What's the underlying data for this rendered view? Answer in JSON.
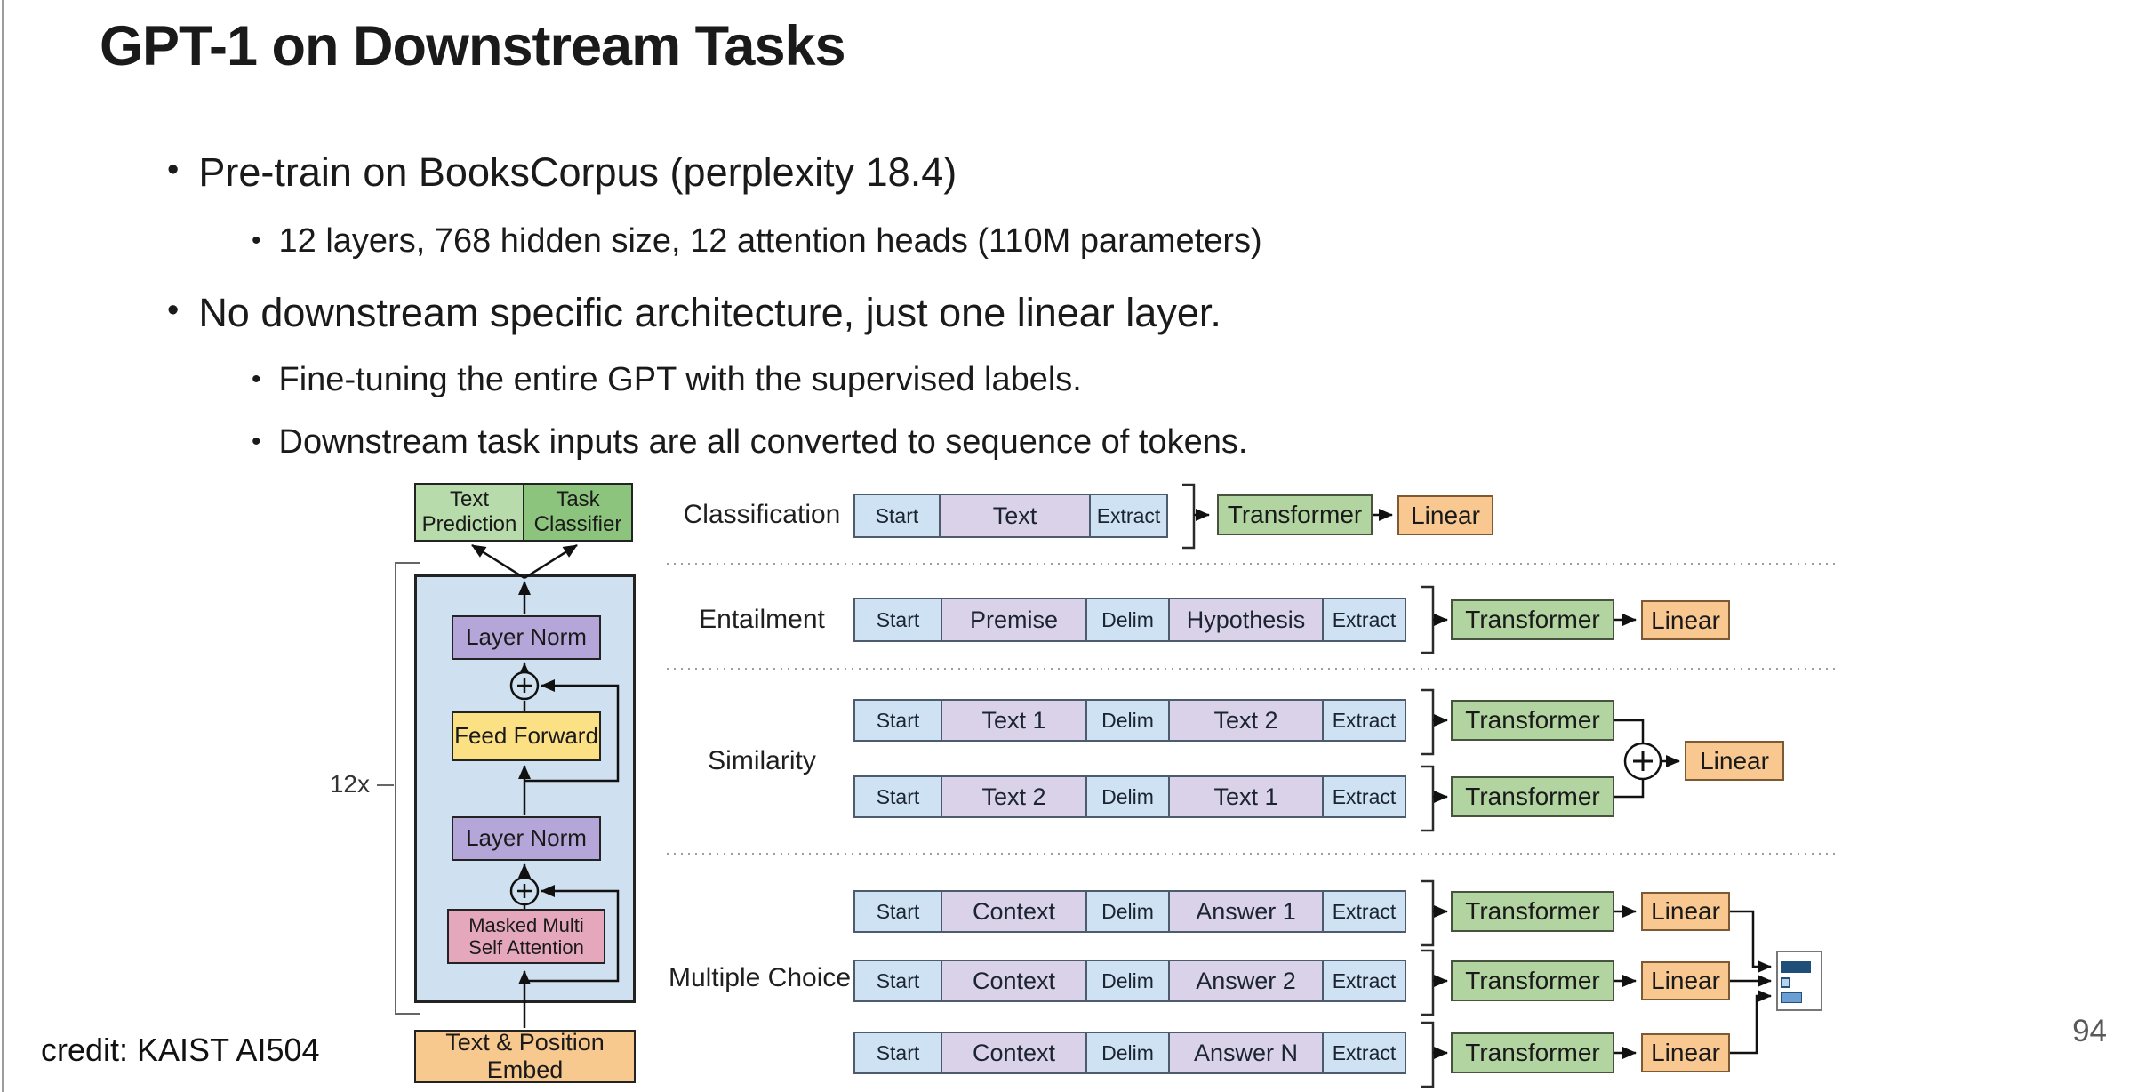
{
  "slide": {
    "title": "GPT-1 on Downstream Tasks",
    "bullets": [
      {
        "level": 1,
        "text": "Pre-train on BooksCorpus (perplexity 18.4)"
      },
      {
        "level": 2,
        "text": "12 layers, 768 hidden size, 12 attention heads (110M parameters)"
      },
      {
        "level": 1,
        "text": "No downstream specific architecture, just one linear layer."
      },
      {
        "level": 2,
        "text": "Fine-tuning the entire GPT with the supervised labels."
      },
      {
        "level": 2,
        "text": "Downstream task inputs are all converted to sequence of tokens."
      }
    ],
    "credit": "credit: KAIST AI504",
    "page_number": "94"
  },
  "architecture": {
    "repeat_label": "12x",
    "heads": [
      {
        "line1": "Text",
        "line2": "Prediction"
      },
      {
        "line1": "Task",
        "line2": "Classifier"
      }
    ],
    "layer_norm_top": "Layer Norm",
    "feed_forward": "Feed Forward",
    "layer_norm_bottom": "Layer Norm",
    "attention_line1": "Masked Multi",
    "attention_line2": "Self Attention",
    "embed": "Text & Position Embed"
  },
  "tasks": {
    "box_labels": {
      "transformer": "Transformer",
      "linear": "Linear"
    },
    "classification": {
      "label": "Classification",
      "tokens": [
        "Start",
        "Text",
        "Extract"
      ]
    },
    "entailment": {
      "label": "Entailment",
      "tokens": [
        "Start",
        "Premise",
        "Delim",
        "Hypothesis",
        "Extract"
      ]
    },
    "similarity": {
      "label": "Similarity",
      "row1_tokens": [
        "Start",
        "Text 1",
        "Delim",
        "Text 2",
        "Extract"
      ],
      "row2_tokens": [
        "Start",
        "Text 2",
        "Delim",
        "Text 1",
        "Extract"
      ]
    },
    "multiple_choice": {
      "label": "Multiple Choice",
      "rows": [
        [
          "Start",
          "Context",
          "Delim",
          "Answer 1",
          "Extract"
        ],
        [
          "Start",
          "Context",
          "Delim",
          "Answer 2",
          "Extract"
        ],
        [
          "Start",
          "Context",
          "Delim",
          "Answer N",
          "Extract"
        ]
      ]
    }
  },
  "colors": {
    "token_blue": "#cfe2f3",
    "token_purple": "#d9d2e9",
    "transformer_green": "#b2d4a0",
    "linear_orange": "#f8c890",
    "head_light_green": "#b7dbaa",
    "head_green": "#8cc47d",
    "block_background_blue": "#cfe0f0",
    "layer_norm_purple": "#b4a6d8",
    "feed_forward_yellow": "#fce184",
    "attention_pink": "#e4a7bb",
    "embed_orange": "#f8c98e",
    "bar_dark_blue": "#1f4e79",
    "bar_mid_blue": "#6b9fd4",
    "bar_light_blue": "#b8d2ea",
    "page_number_gray": "#595959"
  }
}
